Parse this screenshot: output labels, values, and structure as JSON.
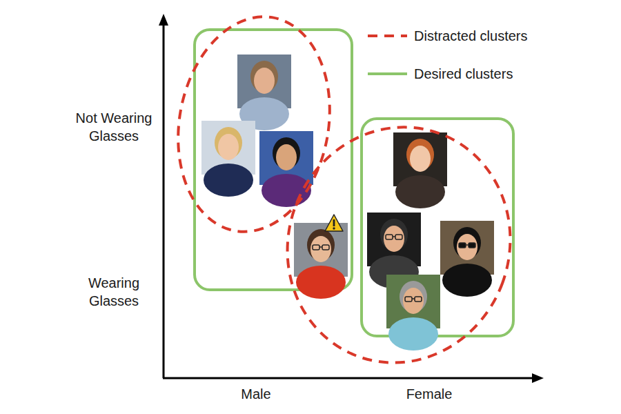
{
  "diagram": {
    "labels": [
      "Not Wearing Glasses",
      "Wearing Glasses",
      "Male",
      "Female"
    ],
    "legend": [
      {
        "text": "Distracted clusters"
      },
      {
        "text": "Desired clusters"
      }
    ]
  }
}
